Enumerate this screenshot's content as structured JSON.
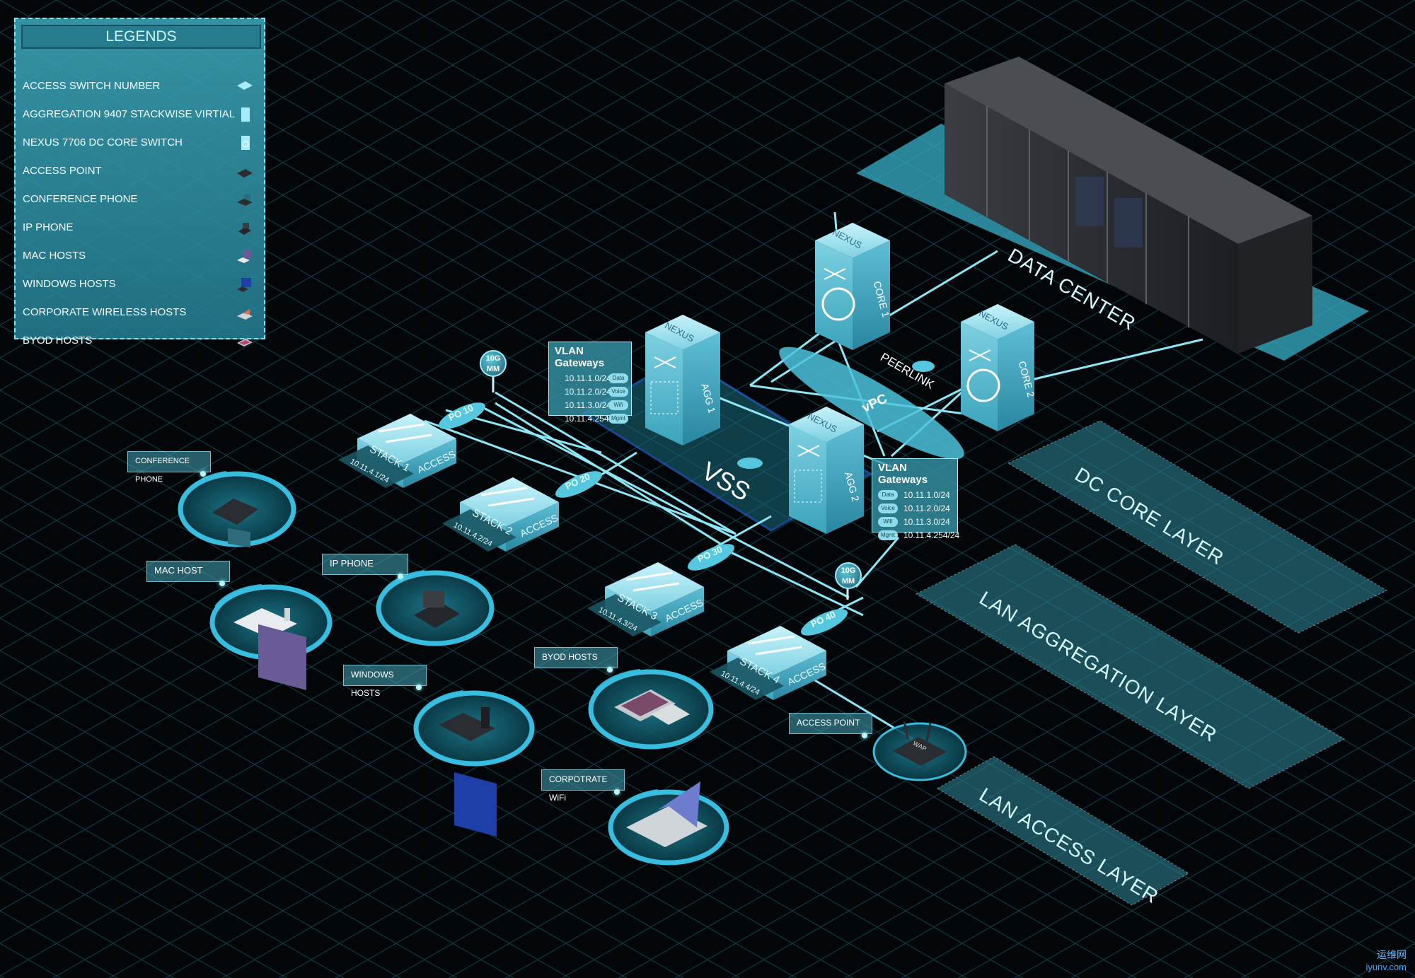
{
  "legend": {
    "title": "LEGENDS",
    "items": [
      {
        "label": "ACCESS SWITCH NUMBER",
        "icon": "access-switch-icon"
      },
      {
        "label": "AGGREGATION 9407 STACKWISE VIRTIAL",
        "icon": "aggregation-switch-icon"
      },
      {
        "label": "NEXUS 7706 DC CORE SWITCH",
        "icon": "core-switch-icon"
      },
      {
        "label": "ACCESS POINT",
        "icon": "access-point-icon"
      },
      {
        "label": "CONFERENCE PHONE",
        "icon": "conference-phone-icon"
      },
      {
        "label": "IP PHONE",
        "icon": "ip-phone-icon"
      },
      {
        "label": "MAC HOSTS",
        "icon": "mac-host-icon"
      },
      {
        "label": "WINDOWS HOSTS",
        "icon": "windows-host-icon"
      },
      {
        "label": "CORPORATE WIRELESS HOSTS",
        "icon": "laptop-icon"
      },
      {
        "label": "BYOD HOSTS",
        "icon": "tablet-icon"
      }
    ]
  },
  "layers": {
    "data_center": "DATA CENTER",
    "dc_core": "DC CORE LAYER",
    "lan_aggregation": "LAN AGGREGATION LAYER",
    "lan_access": "LAN ACCESS LAYER"
  },
  "core": {
    "core1": {
      "brand": "NEXUS",
      "name": "CORE 1"
    },
    "core2": {
      "brand": "NEXUS",
      "name": "CORE 2"
    },
    "peerlink": "PEERLINK",
    "vpc": "vPC"
  },
  "aggregation": {
    "agg1": {
      "brand": "NEXUS",
      "name": "AGG 1"
    },
    "agg2": {
      "brand": "NEXUS",
      "name": "AGG 2"
    },
    "vss": "VSS"
  },
  "vlan_left": {
    "title": "VLAN Gateways",
    "rows": [
      {
        "subnet": "10.11.1.0/24",
        "tag": "Data"
      },
      {
        "subnet": "10.11.2.0/24",
        "tag": "Voice"
      },
      {
        "subnet": "10.11.3.0/24",
        "tag": "Wifi"
      },
      {
        "subnet": "10.11.4.254/24",
        "tag": "Mgmt"
      }
    ]
  },
  "vlan_right": {
    "title": "VLAN Gateways",
    "rows": [
      {
        "subnet": "10.11.1.0/24",
        "tag": "Data"
      },
      {
        "subnet": "10.11.2.0/24",
        "tag": "Voice"
      },
      {
        "subnet": "10.11.3.0/24",
        "tag": "Wifi"
      },
      {
        "subnet": "10.11.4.254/24",
        "tag": "Mgmt"
      }
    ]
  },
  "access": {
    "stacks": [
      {
        "name": "STACK 1",
        "role": "ACCESS",
        "ip": "10.11.4.1/24",
        "po": "PO 10"
      },
      {
        "name": "STACK 2",
        "role": "ACCESS",
        "ip": "10.11.4.2/24",
        "po": "PO 20"
      },
      {
        "name": "STACK 3",
        "role": "ACCESS",
        "ip": "10.11.4.3/24",
        "po": "PO 30"
      },
      {
        "name": "STACK 4",
        "role": "ACCESS",
        "ip": "10.11.4.4/24",
        "po": "PO 40"
      }
    ],
    "uplink1": {
      "line1": "10G",
      "line2": "MM"
    },
    "uplink2": {
      "line1": "10G",
      "line2": "MM"
    }
  },
  "endpoints": {
    "conference_phone": "CONFERENCE PHONE",
    "mac_host": "MAC HOST",
    "ip_phone": "IP PHONE",
    "windows_hosts": "WINDOWS HOSTS",
    "byod_hosts": "BYOD HOSTS",
    "corporate_wifi": "CORPOTRATE WiFi",
    "access_point": "ACCESS POINT",
    "wap_label": "WAP"
  },
  "watermark": {
    "line1": "运维网",
    "line2": "iyunv.com"
  },
  "colors": {
    "accent": "#5fd3ea",
    "panel": "#3aa6bd",
    "line": "#7be3f3"
  }
}
